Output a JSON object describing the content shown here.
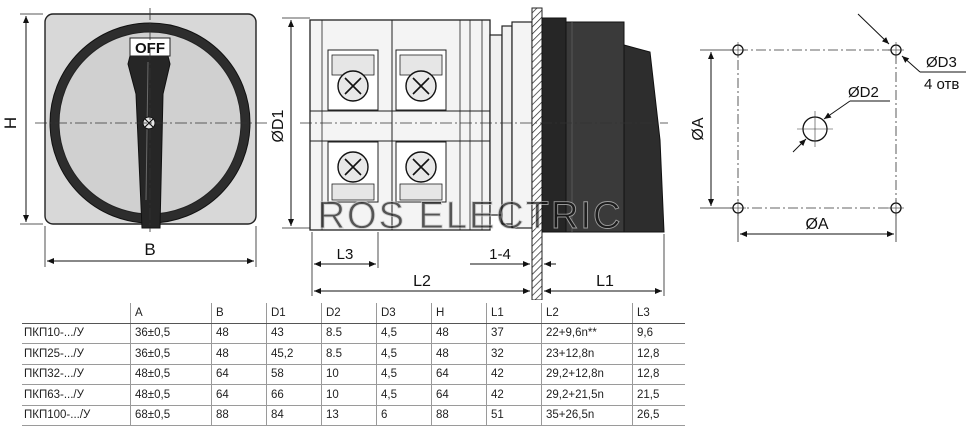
{
  "labels": {
    "off": "OFF",
    "H": "H",
    "B": "B",
    "D1": "ØD1",
    "L3": "L3",
    "L2": "L2",
    "gap": "1-4",
    "L1": "L1",
    "D3": "ØD3",
    "holes": "4 отв",
    "D2": "ØD2",
    "A_vertical": "ØA",
    "A_horizontal": "ØA"
  },
  "watermark": "ROS ELECTRIC",
  "table": {
    "headers": [
      "",
      "A",
      "B",
      "D1",
      "D2",
      "D3",
      "H",
      "L1",
      "L2",
      "L3"
    ],
    "rows": [
      [
        "ПКП10-.../У",
        "36±0,5",
        "48",
        "43",
        "8.5",
        "4,5",
        "48",
        "37",
        "22+9,6n**",
        "9,6"
      ],
      [
        "ПКП25-.../У",
        "36±0,5",
        "48",
        "45,2",
        "8.5",
        "4,5",
        "48",
        "32",
        "23+12,8n",
        "12,8"
      ],
      [
        "ПКП32-.../У",
        "48±0,5",
        "64",
        "58",
        "10",
        "4,5",
        "64",
        "42",
        "29,2+12,8n",
        "12,8"
      ],
      [
        "ПКП63-.../У",
        "48±0,5",
        "64",
        "66",
        "10",
        "4,5",
        "64",
        "42",
        "29,2+21,5n",
        "21,5"
      ],
      [
        "ПКП100-.../У",
        "68±0,5",
        "88",
        "84",
        "13",
        "6",
        "88",
        "51",
        "35+26,5n",
        "26,5"
      ]
    ]
  }
}
